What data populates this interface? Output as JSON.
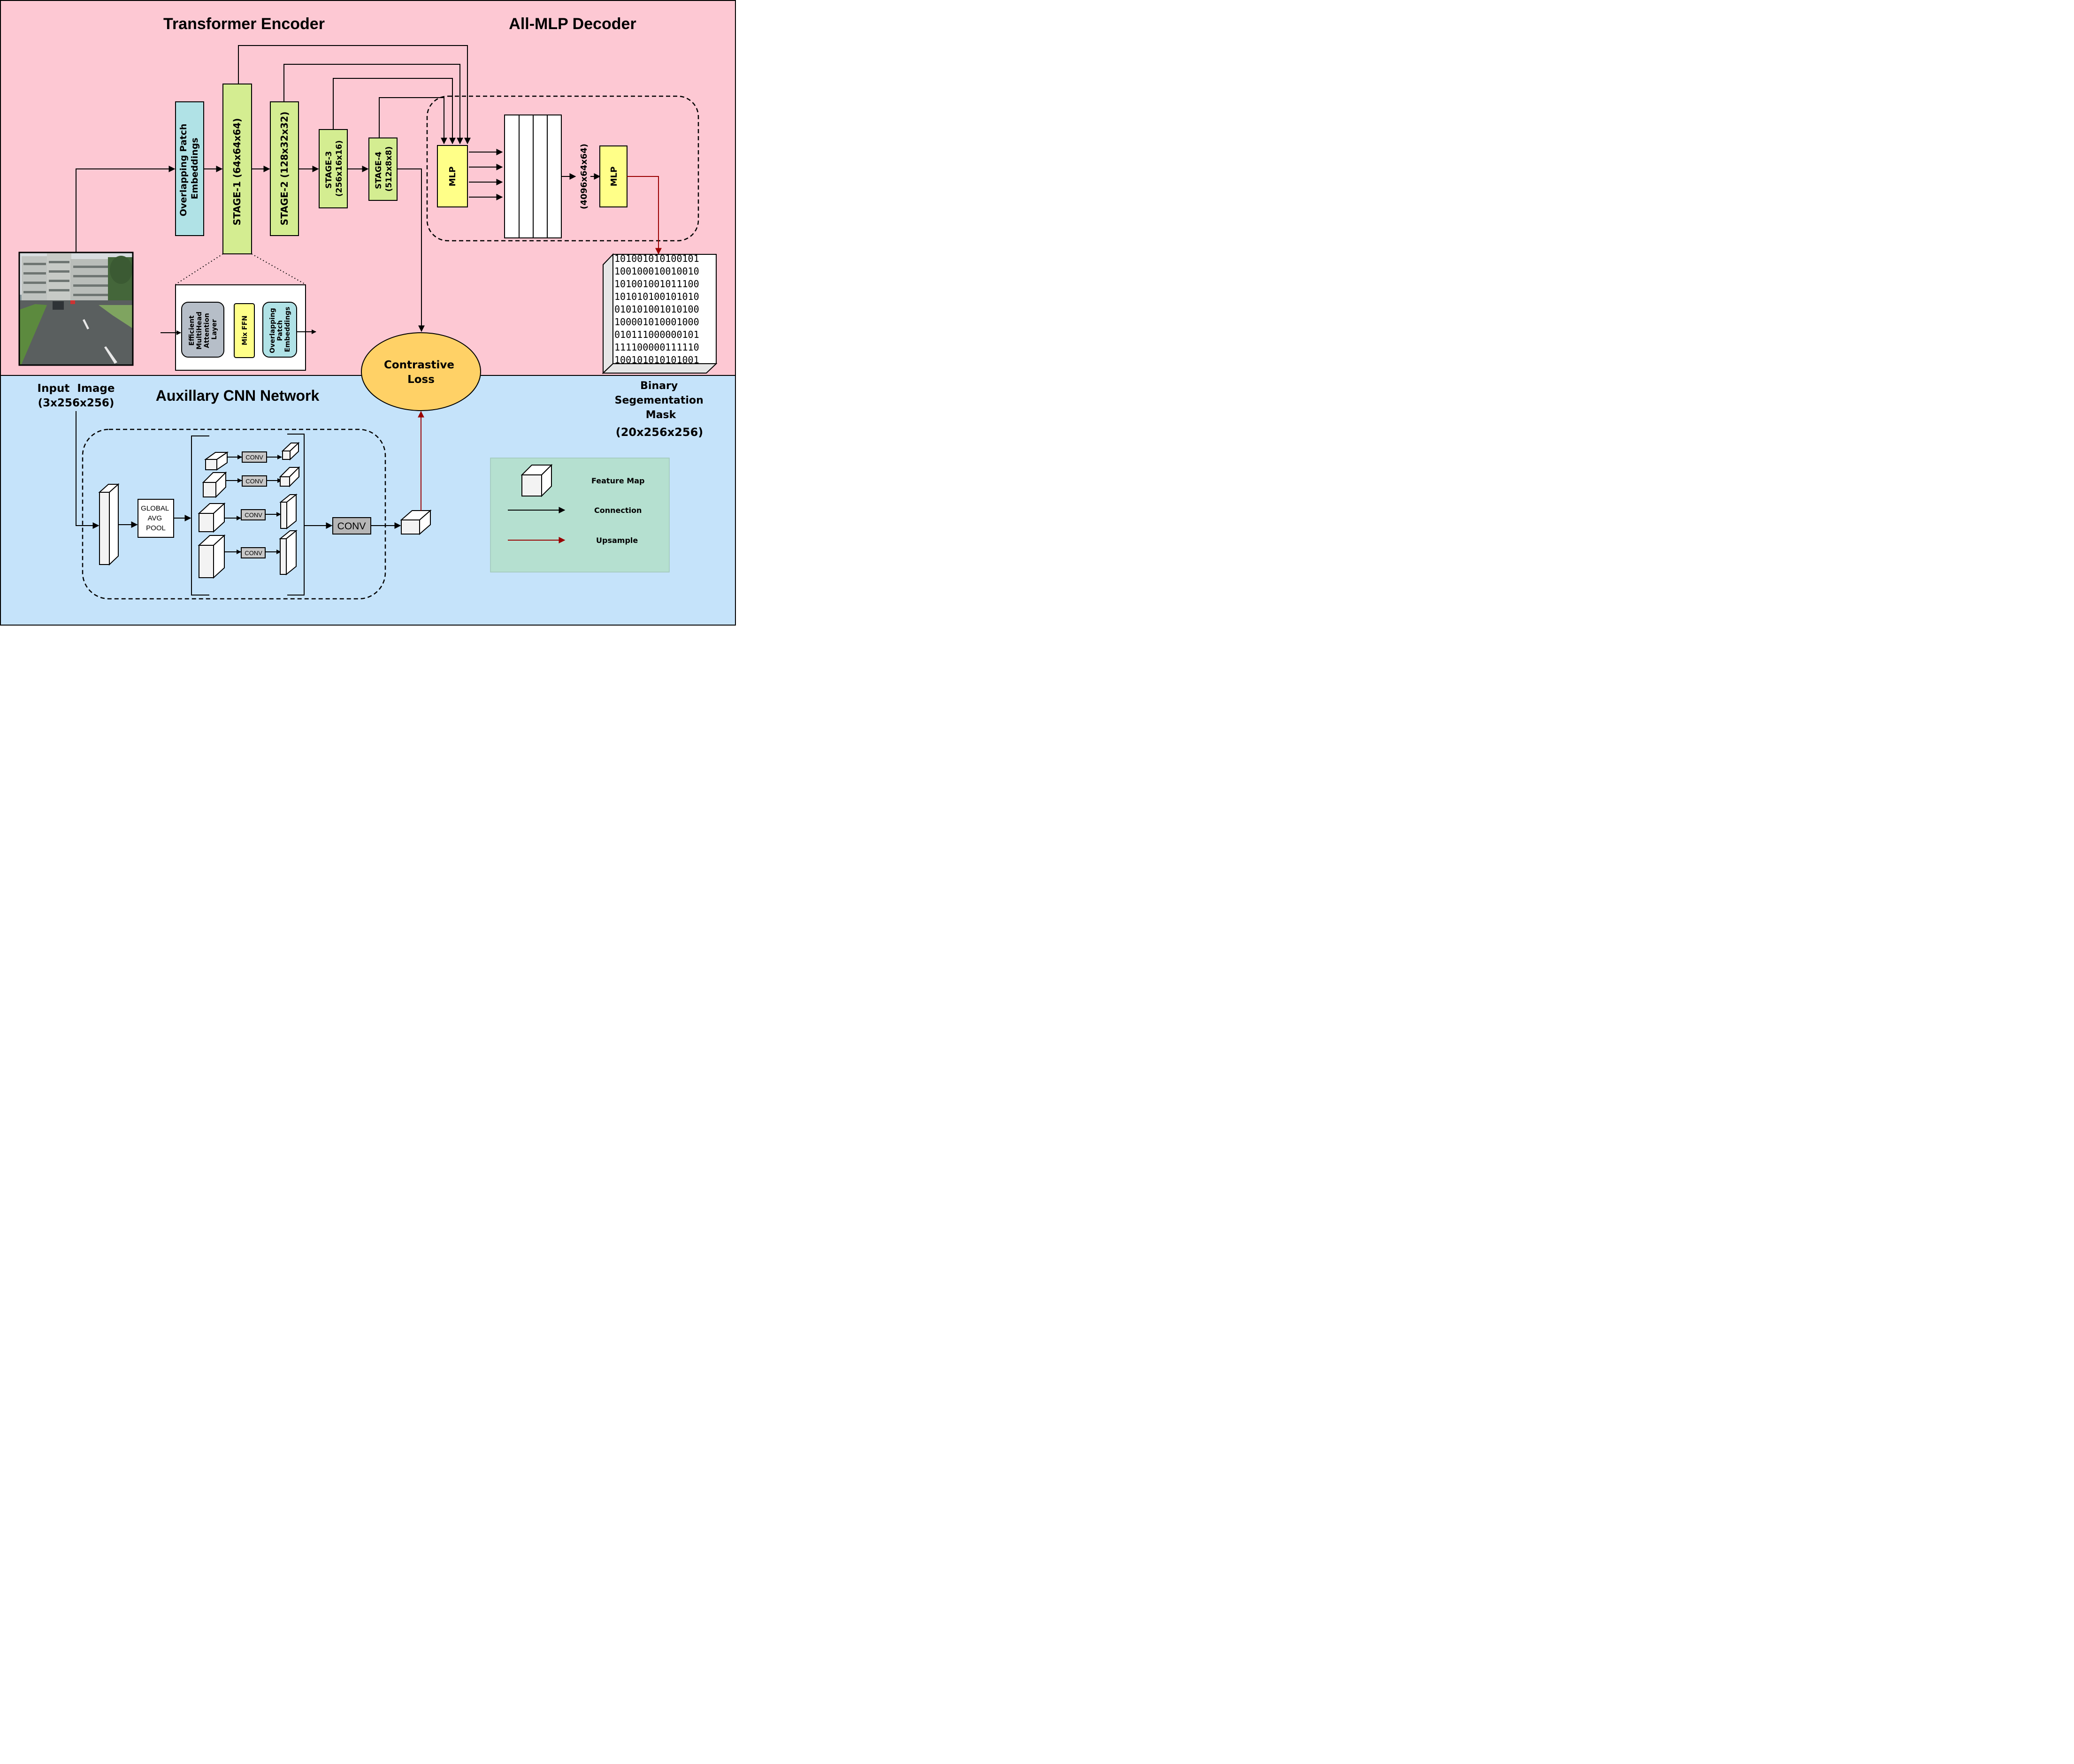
{
  "titles": {
    "encoder": "Transformer Encoder",
    "decoder": "All-MLP Decoder",
    "aux": "Auxillary CNN Network"
  },
  "encoder": {
    "ope": [
      "Overlapping Patch",
      "Embeddings"
    ],
    "stage1": "STAGE-1 (64x64x64)",
    "stage2": "STAGE-2 (128x32x32)",
    "stage3": [
      "STAGE-3",
      "(256x16x16)"
    ],
    "stage4": [
      "STAGE-4",
      "(512x8x8)"
    ]
  },
  "detail": {
    "attention": [
      "Efficient",
      "MultiHead",
      "Attention",
      "Layer"
    ],
    "ffn": "Mix FFN",
    "ope": [
      "Overlapping",
      "Patch",
      "Embeddings"
    ]
  },
  "decoder": {
    "mlp1": "MLP",
    "mlp2": "MLP",
    "dims": "(4096x64x64)"
  },
  "output": {
    "bits": [
      "101001010100101",
      "100100010010010",
      "101001001011100",
      "101010100101010",
      "010101001010100",
      "100001010001000",
      "010111000000101",
      "111100000111110",
      "100101010101001"
    ],
    "label": [
      "Binary",
      "Segementation",
      "Mask"
    ],
    "dims": "(20x256x256)"
  },
  "input": {
    "label": "Input  Image",
    "dims": "(3x256x256)"
  },
  "loss": [
    "Contrastive",
    "Loss"
  ],
  "aux": {
    "gap": [
      "GLOBAL",
      "AVG",
      "POOL"
    ],
    "conv_small": "CONV",
    "conv_big": "CONV"
  },
  "legend": {
    "feature_map": "Feature Map",
    "connection": "Connection",
    "upsample": "Upsample"
  },
  "colors": {
    "top_bg": "#fdc8d3",
    "bottom_bg": "#c5e3fa",
    "stage_green": "#d4ed91",
    "ope_cyan": "#b0e2e6",
    "mlp_yellow": "#ffff88",
    "loss_orange": "#ffd166",
    "legend_green": "#b5e0d0",
    "upsample_red": "#990000",
    "gray_block": "#b6bec8",
    "conv_gray": "#c8c8c8"
  }
}
